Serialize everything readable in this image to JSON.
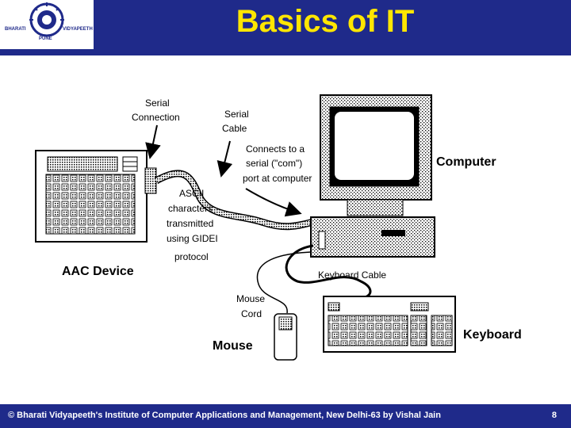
{
  "slide": {
    "title": "Basics of IT",
    "logo_text": {
      "left": "BHARATI",
      "right": "VIDYAPEETH",
      "bottom": "PUNE"
    }
  },
  "diagram": {
    "labels": {
      "serial_connection_1": "Serial",
      "serial_connection_2": "Connection",
      "serial_cable_1": "Serial",
      "serial_cable_2": "Cable",
      "connects_1": "Connects to a",
      "connects_2": "serial (\"com\")",
      "connects_3": "port at computer",
      "ascii_1": "ASCII",
      "ascii_2": "characters",
      "ascii_3": "transmitted",
      "ascii_4": "using GIDEI",
      "ascii_5": "protocol",
      "computer": "Computer",
      "aac_device": "AAC Device",
      "keyboard_cable": "Keyboard Cable",
      "mouse_cord_1": "Mouse",
      "mouse_cord_2": "Cord",
      "mouse": "Mouse",
      "keyboard": "Keyboard"
    }
  },
  "footer": {
    "text": "© Bharati Vidyapeeth's Institute of Computer Applications and Management, New Delhi-63 by Vishal Jain",
    "page": "8"
  }
}
